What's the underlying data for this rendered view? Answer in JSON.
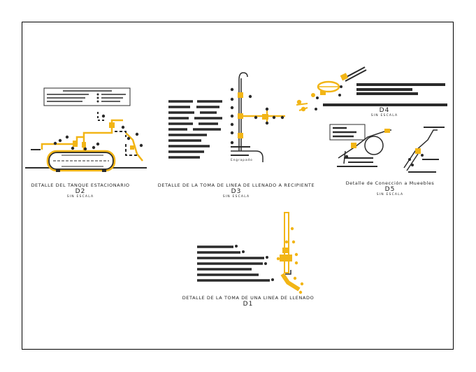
{
  "sheet": {
    "details": [
      {
        "id": "d2",
        "title": "DETALLE DEL TANQUE ESTACIONARIO",
        "code": "D2",
        "scale": "SIN ESCALA"
      },
      {
        "id": "d3",
        "title": "DETALLE DE LA TOMA DE LINEA DE LLENADO A RECIPIENTE",
        "code": "D3",
        "scale": "SIN ESCALA"
      },
      {
        "id": "d4",
        "title": "",
        "code": "D4",
        "scale": "SIN ESCALA"
      },
      {
        "id": "d5",
        "title": "Detalle de Conección a Mueebles",
        "code": "D5",
        "scale": "SIN ESCALA"
      },
      {
        "id": "d1",
        "title": "DETALLE DE LA TOMA DE UNA LINEA DE LLENADO",
        "code": "D1",
        "scale": ""
      }
    ],
    "d3_label": "Engrapado"
  },
  "colors": {
    "pipe": "#f2b516",
    "line": "#2b2b2b",
    "frame": "#000000",
    "background": "#ffffff"
  }
}
